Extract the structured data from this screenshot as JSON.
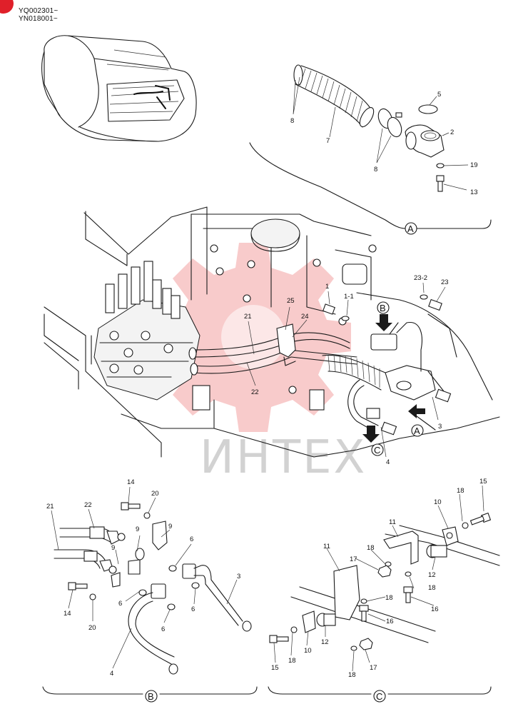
{
  "header": {
    "serial_1": "YQ002301~",
    "serial_2": "YN018001~"
  },
  "watermark": {
    "text": "ИНТЕХ",
    "logo_color": "#e85c5c",
    "text_color": "#8a8a8a"
  },
  "corner_mark_color": "#e0202a",
  "views": {
    "A": "A",
    "B": "B",
    "C": "C"
  },
  "callouts_top": {
    "p5": "5",
    "p2": "2",
    "p19": "19",
    "p13": "13",
    "p7": "7",
    "p8a": "8",
    "p8b": "8"
  },
  "callouts_main": {
    "p1": "1",
    "p1_1": "1-1",
    "p23_2": "23-2",
    "p23": "23",
    "p25": "25",
    "p24": "24",
    "p21": "21",
    "p22": "22",
    "p3": "3",
    "p4": "4"
  },
  "callouts_b": {
    "p14a": "14",
    "p20a": "20",
    "p22": "22",
    "p21": "21",
    "p9a": "9",
    "p9b": "9",
    "p9c": "9",
    "p6a": "6",
    "p3": "3",
    "p6b": "6",
    "p6c": "6",
    "p6d": "6",
    "p14b": "14",
    "p20b": "20",
    "p4": "4"
  },
  "callouts_c": {
    "p15a": "15",
    "p18a": "18",
    "p10a": "10",
    "p11a": "11",
    "p18b": "18",
    "p17a": "17",
    "p12a": "12",
    "p18c": "18",
    "p16a": "16",
    "p11b": "11",
    "p18d": "18",
    "p16b": "16",
    "p15b": "15",
    "p18e": "18",
    "p10b": "10",
    "p12b": "12",
    "p18f": "18",
    "p17b": "17"
  }
}
